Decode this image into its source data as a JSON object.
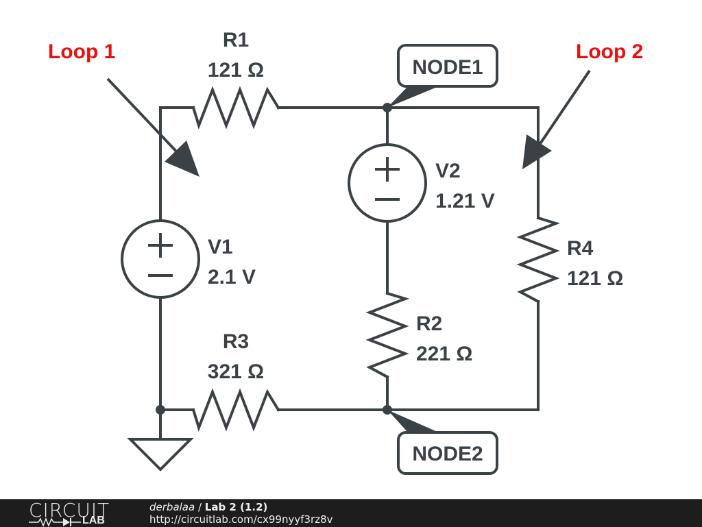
{
  "circuit": {
    "components": {
      "R1": {
        "name": "R1",
        "value": "121 Ω"
      },
      "R2": {
        "name": "R2",
        "value": "221 Ω"
      },
      "R3": {
        "name": "R3",
        "value": "321 Ω"
      },
      "R4": {
        "name": "R4",
        "value": "121 Ω"
      },
      "V1": {
        "name": "V1",
        "value": "2.1 V"
      },
      "V2": {
        "name": "V2",
        "value": "1.21 V"
      }
    },
    "nodes": {
      "node1": "NODE1",
      "node2": "NODE2"
    },
    "annotations": {
      "loop1": "Loop 1",
      "loop2": "Loop 2"
    },
    "symbols": {
      "plus": "+",
      "minus": "−"
    },
    "colors": {
      "wire": "#3b4246",
      "annotation": "#e8110f"
    }
  },
  "footer": {
    "brand_top": "CIRCUIT",
    "brand_bottom": "LAB",
    "user": "derbalaa",
    "separator": " / ",
    "title": "Lab 2 (1.2)",
    "url": "http://circuitlab.com/cx99nyyf3rz8v"
  }
}
